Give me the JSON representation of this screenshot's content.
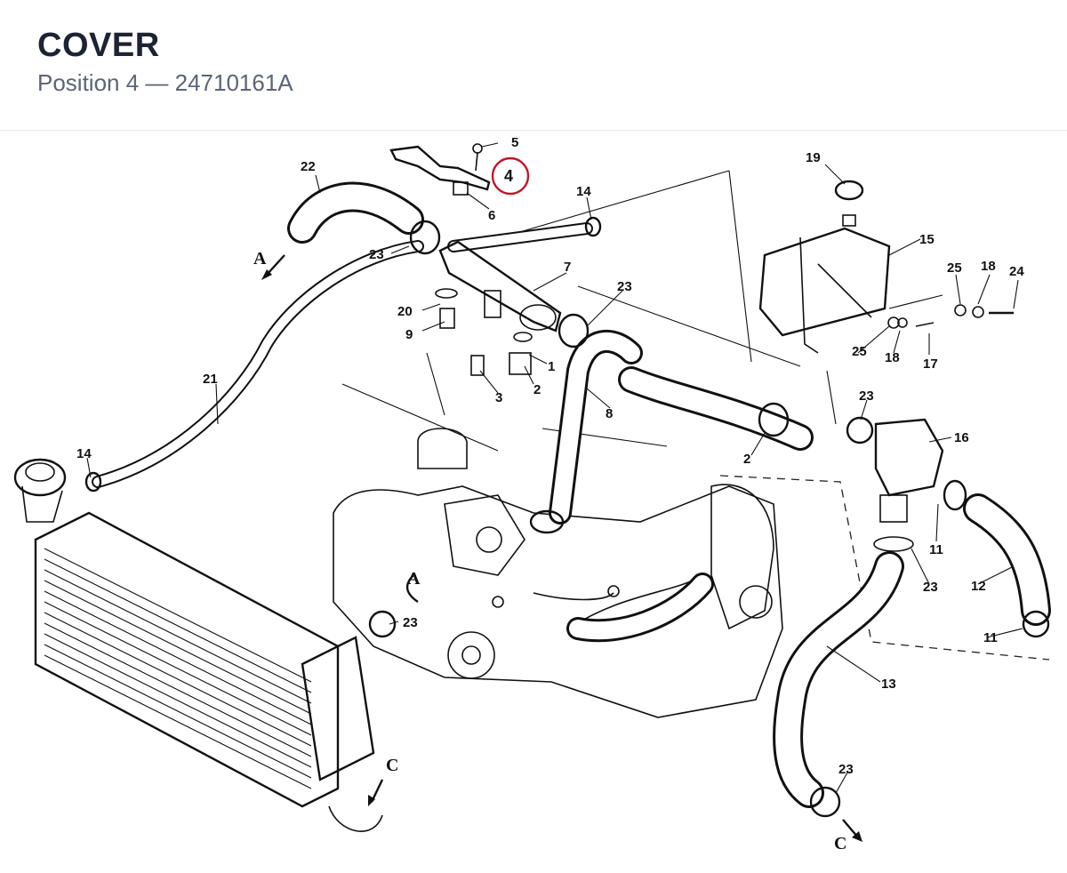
{
  "header": {
    "title": "COVER",
    "subtitle": "Position 4 — 24710161A"
  },
  "diagram": {
    "highlight_color": "#c0182b",
    "highlighted_callout": "4",
    "callouts": {
      "c1": "1",
      "c2a": "2",
      "c2b": "2",
      "c3": "3",
      "c4": "4",
      "c5": "5",
      "c6": "6",
      "c7": "7",
      "c8": "8",
      "c9": "9",
      "c11a": "11",
      "c11b": "11",
      "c12": "12",
      "c13": "13",
      "c14a": "14",
      "c14b": "14",
      "c15": "15",
      "c16": "16",
      "c17": "17",
      "c18a": "18",
      "c18b": "18",
      "c19": "19",
      "c20": "20",
      "c21": "21",
      "c22": "22",
      "c23a": "23",
      "c23b": "23",
      "c23c": "23",
      "c23d": "23",
      "c23e": "23",
      "c23f": "23",
      "c24": "24",
      "c25a": "25",
      "c25b": "25"
    },
    "letters": {
      "a1": "A",
      "a2": "A",
      "cc1": "C",
      "cc2": "C"
    }
  }
}
